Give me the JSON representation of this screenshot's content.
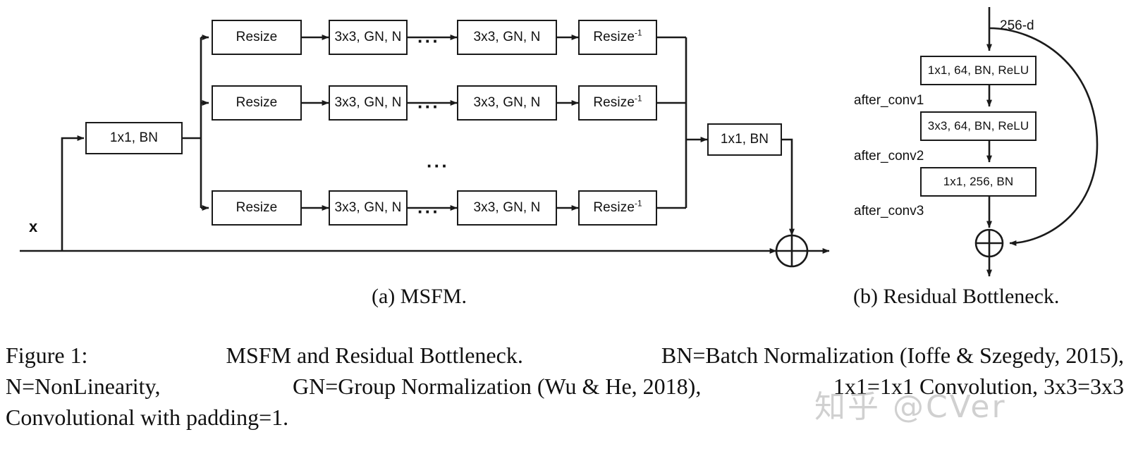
{
  "figure": {
    "panels": [
      {
        "id": "a",
        "subcaption": "(a) MSFM.",
        "input_label": "x",
        "stem_box": "1x1, BN",
        "merge_box": "1x1, BN",
        "branch_ellipsis": "···",
        "branches": [
          {
            "resize": "Resize",
            "conv_first": "3x3, GN, N",
            "ellipsis": "···",
            "conv_last": "3x3, GN, N",
            "resize_inv": "Resize",
            "resize_inv_sup": "-1"
          },
          {
            "resize": "Resize",
            "conv_first": "3x3, GN, N",
            "ellipsis": "···",
            "conv_last": "3x3, GN, N",
            "resize_inv": "Resize",
            "resize_inv_sup": "-1"
          },
          {
            "resize": "Resize",
            "conv_first": "3x3, GN, N",
            "ellipsis": "···",
            "conv_last": "3x3, GN, N",
            "resize_inv": "Resize",
            "resize_inv_sup": "-1"
          }
        ]
      },
      {
        "id": "b",
        "subcaption": "(b) Residual Bottleneck.",
        "input_label": "256-d",
        "blocks": [
          {
            "box": "1x1, 64, BN, ReLU",
            "after_label": "after_conv1"
          },
          {
            "box": "3x3, 64, BN, ReLU",
            "after_label": "after_conv2"
          },
          {
            "box": "1x1, 256, BN",
            "after_label": "after_conv3"
          }
        ]
      }
    ],
    "caption": {
      "lines": [
        [
          "Figure 1:",
          "MSFM and Residual Bottleneck.",
          "BN=Batch Normalization (Ioffe & Szegedy, 2015),"
        ],
        [
          "N=NonLinearity,",
          "GN=Group Normalization (Wu & He, 2018),",
          "1x1=1x1 Convolution, 3x3=3x3"
        ],
        [
          "Convolutional with padding=1."
        ]
      ]
    },
    "watermark": "知乎 @CVer",
    "colors": {
      "stroke": "#1a1a1a",
      "background": "#ffffff",
      "text": "#111111"
    }
  }
}
